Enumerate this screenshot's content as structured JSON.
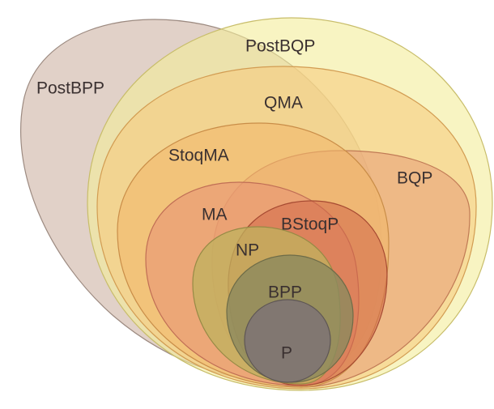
{
  "diagram": {
    "regions": [
      {
        "key": "postbpp",
        "label": "PostBPP",
        "fill": "#c9ab9a",
        "stroke": "#9c8a80",
        "opacity": 0.55
      },
      {
        "key": "postbqp",
        "label": "PostBQP",
        "fill": "#f3ec9a",
        "stroke": "#c8bd6a",
        "opacity": 0.6
      },
      {
        "key": "qma",
        "label": "QMA",
        "fill": "#f7cc7e",
        "stroke": "#d29c52",
        "opacity": 0.6
      },
      {
        "key": "bqp",
        "label": "BQP",
        "fill": "#e7a27a",
        "stroke": "#c07a55",
        "opacity": 0.6
      },
      {
        "key": "stoqma",
        "label": "StoqMA",
        "fill": "#f1b86a",
        "stroke": "#c98d48",
        "opacity": 0.6
      },
      {
        "key": "ma",
        "label": "MA",
        "fill": "#e79575",
        "stroke": "#c06e55",
        "opacity": 0.6
      },
      {
        "key": "bstoqp",
        "label": "BStoqP",
        "fill": "#d26848",
        "stroke": "#a64a32",
        "opacity": 0.55
      },
      {
        "key": "np",
        "label": "NP",
        "fill": "#bfb25e",
        "stroke": "#968a45",
        "opacity": 0.75
      },
      {
        "key": "bpp",
        "label": "BPP",
        "fill": "#8c8a5e",
        "stroke": "#6e6c48",
        "opacity": 0.8
      },
      {
        "key": "p",
        "label": "P",
        "fill": "#807672",
        "stroke": "#5e5654",
        "opacity": 0.95
      }
    ]
  }
}
